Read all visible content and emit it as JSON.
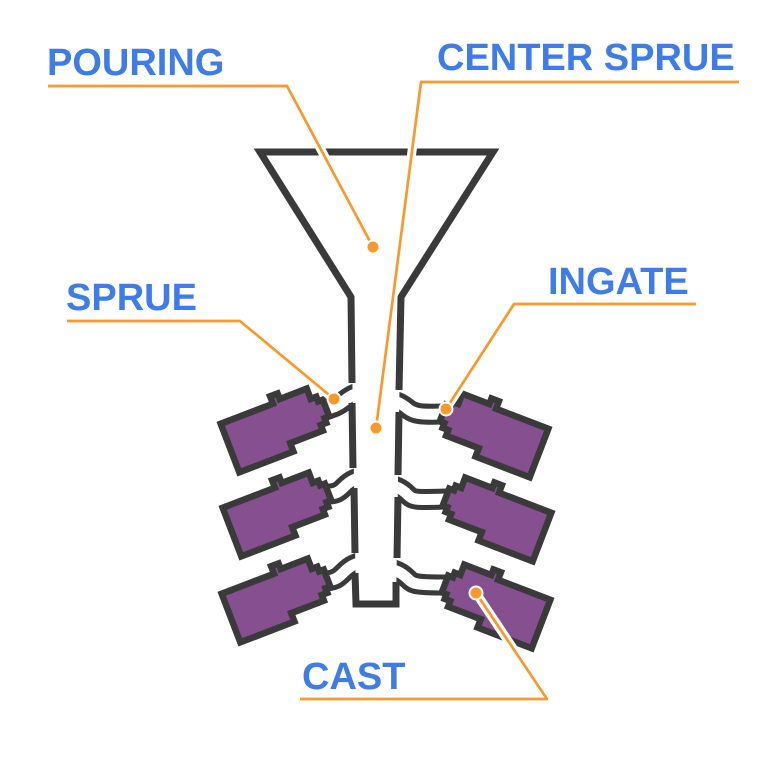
{
  "diagram": {
    "type": "labeled-technical-diagram",
    "subject": "casting gating system",
    "labels": {
      "pouring": "POURING",
      "center_sprue": "CENTER SPRUE",
      "sprue": "SPRUE",
      "ingate": "INGATE",
      "cast": "CAST"
    }
  },
  "colors": {
    "label_blue": "#3e7ce8",
    "leader_orange": "#f8992b",
    "outline_dark": "#3a3a3a",
    "cast_purple": "#864f90",
    "background": "#ffffff"
  }
}
